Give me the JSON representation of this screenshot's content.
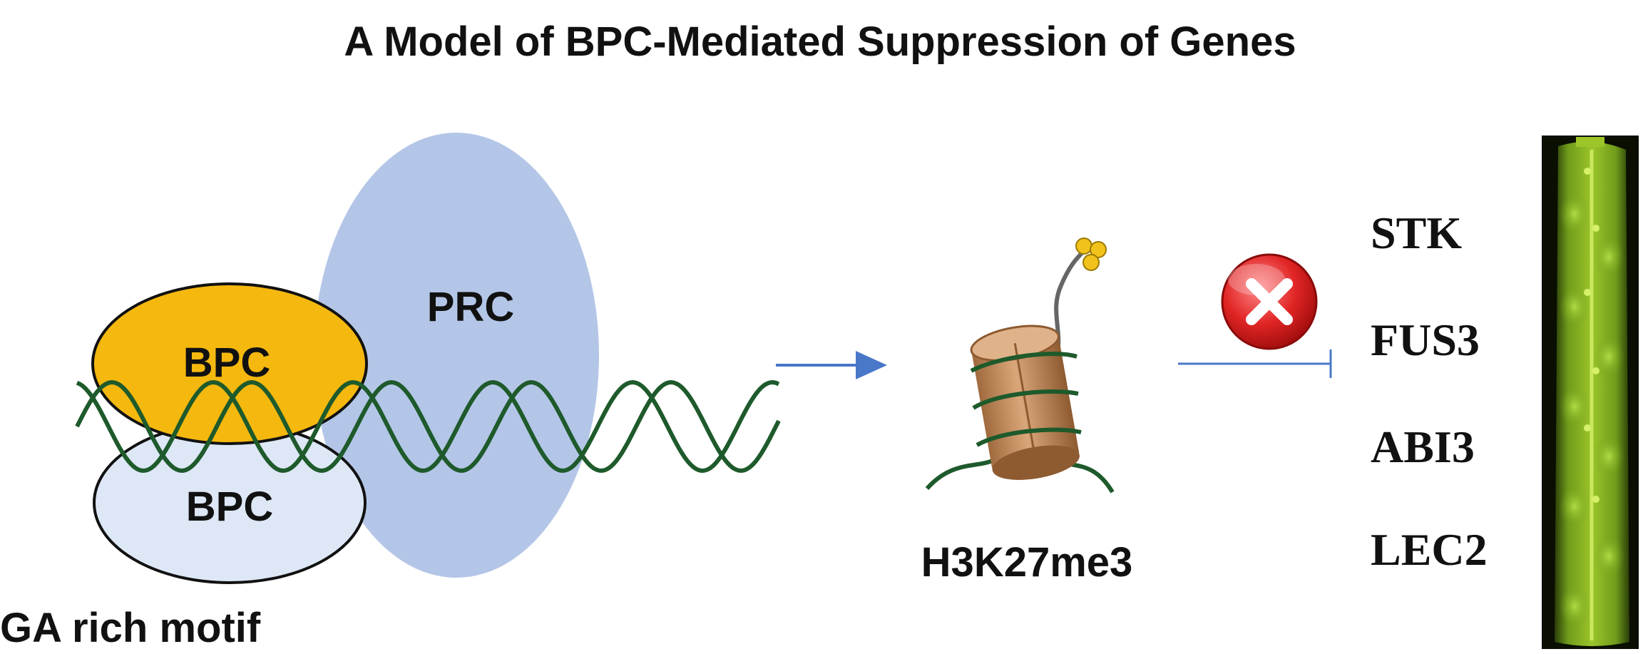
{
  "title": "A Model of BPC-Mediated Suppression of Genes",
  "complex": {
    "prc_label": "PRC",
    "bpc_top_label": "BPC",
    "bpc_bottom_label": "BPC",
    "motif_label": "GA rich motif"
  },
  "nucleosome": {
    "mark_label": "H3K27me3"
  },
  "genes": [
    "STK",
    "FUS3",
    "ABI3",
    "LEC2"
  ],
  "icons": {
    "arrow": "right-arrow-icon",
    "nucleosome": "nucleosome-icon",
    "blocked": "red-x-circle-icon",
    "inhibition": "inhibition-bar-icon",
    "silique": "silique-photo"
  },
  "colors": {
    "prc": "#b4c6e7",
    "bpc_top": "#f5b80f",
    "bpc_bottom": "#dde7f5",
    "dna": "#1e5a2b",
    "arrow": "#4a78c8",
    "inhibition": "#4a78c8",
    "nucleosome": "#c89468",
    "methyl": "#f1c21b",
    "cross": "#e12525"
  }
}
